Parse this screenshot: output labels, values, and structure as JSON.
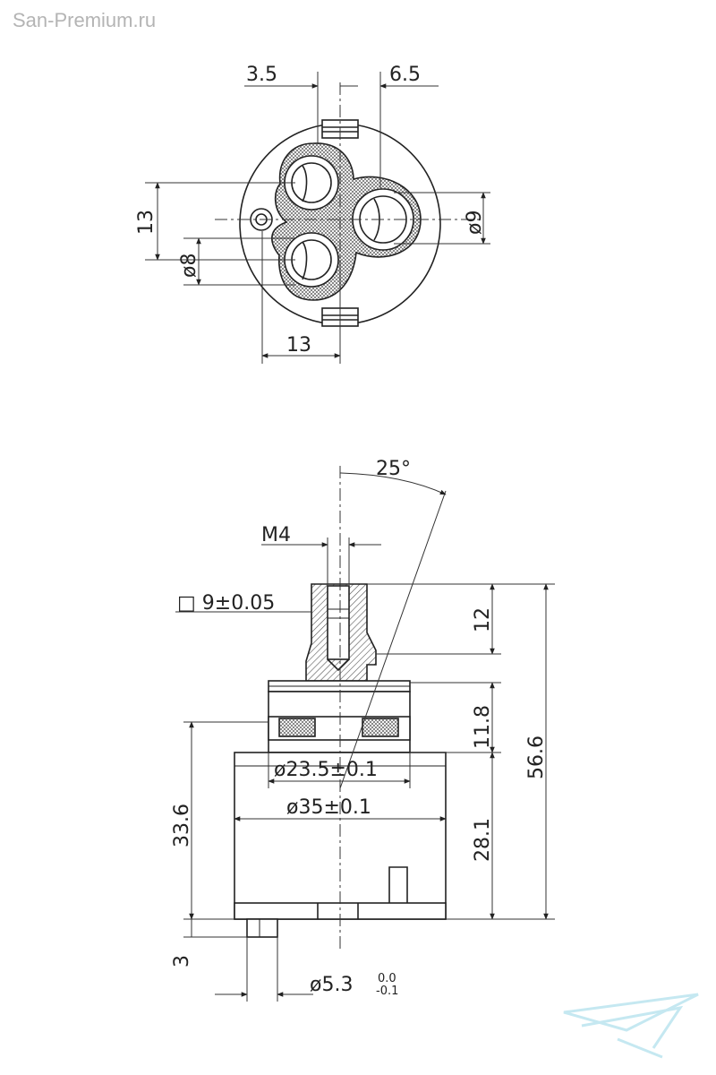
{
  "watermark": {
    "site": "San-Premium.ru",
    "logo_icon": "bird-logo-icon",
    "color": "#b4b4b4"
  },
  "top_view": {
    "dim_left_offset": "3.5",
    "dim_right_offset": "6.5",
    "dim_vertical_spacing": "13",
    "dim_small_port_dia": "ø8",
    "dim_large_port_dia": "ø9",
    "dim_horizontal_spacing": "13"
  },
  "side_view": {
    "angle": "25°",
    "thread": "M4",
    "stem_square": "□ 9±0.05",
    "stem_height": "12",
    "collar_height": "11.8",
    "total_height": "56.6",
    "collar_dia": "ø23.5±0.1",
    "body_dia": "ø35±0.1",
    "body_height_left": "33.6",
    "body_height_right": "28.1",
    "pin_height": "3",
    "pin_dia": "ø5.3",
    "pin_tol_upper": "0.0",
    "pin_tol_lower": "-0.1"
  },
  "colors": {
    "line": "#222222",
    "hatch": "#555555",
    "dim": "#333333"
  }
}
